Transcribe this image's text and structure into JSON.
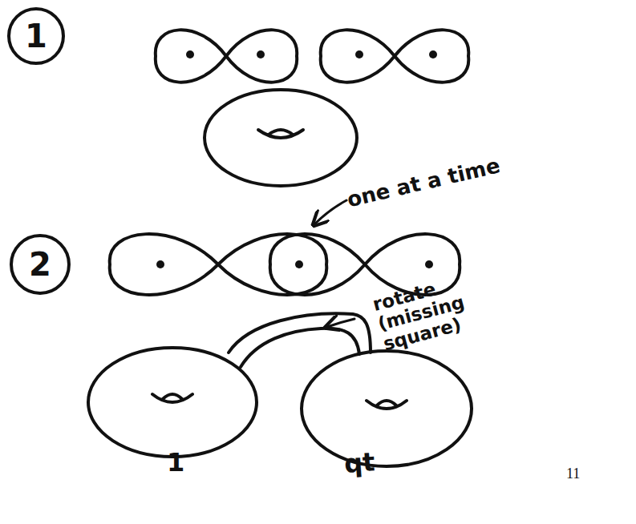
{
  "diagram": {
    "nodes": [
      {
        "text": [
          "1"
        ]
      },
      {
        "text": [
          "2"
        ]
      }
    ],
    "labels": [
      "one at a time",
      "rotate (missing square)",
      "1",
      "qt",
      "11"
    ]
  }
}
